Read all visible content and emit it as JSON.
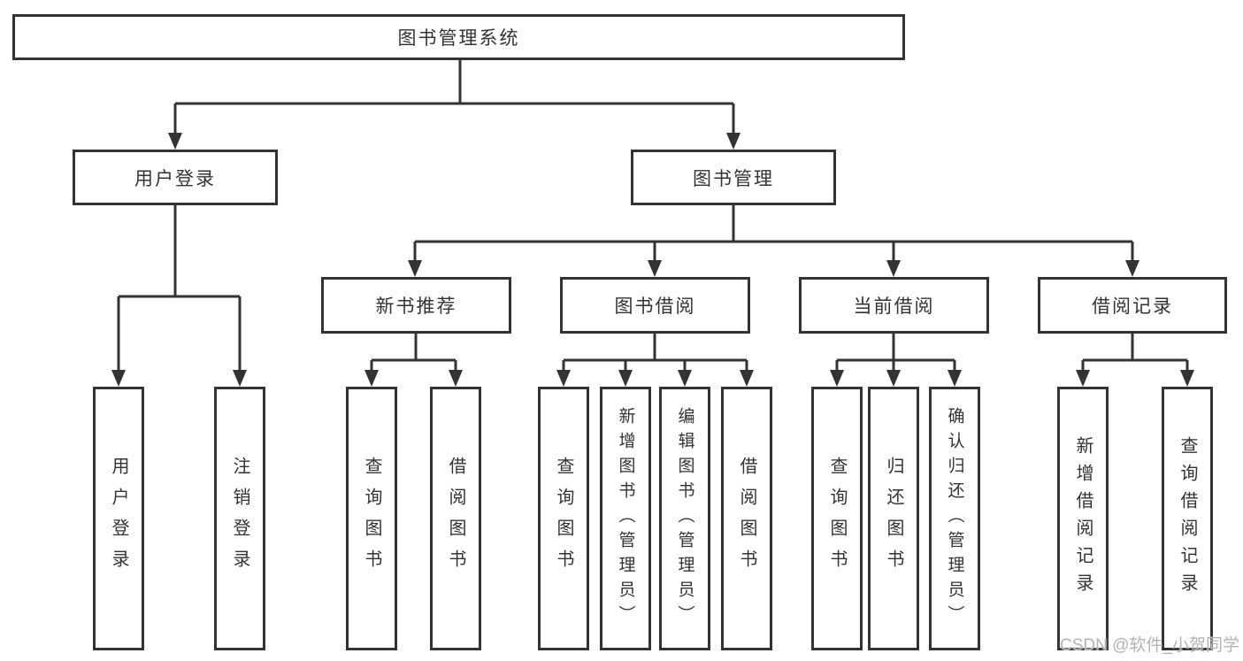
{
  "colors": {
    "background": "#ffffff",
    "line": "#333333",
    "text": "#333333",
    "watermark_text": "#b3b3b3"
  },
  "tree": {
    "root": {
      "label": "图书管理系统",
      "children": [
        {
          "label": "用户登录",
          "children": [
            {
              "label": "用户登录"
            },
            {
              "label": "注销登录"
            }
          ]
        },
        {
          "label": "图书管理",
          "children": [
            {
              "label": "新书推荐",
              "children": [
                {
                  "label": "查询图书"
                },
                {
                  "label": "借阅图书"
                }
              ]
            },
            {
              "label": "图书借阅",
              "children": [
                {
                  "label": "查询图书"
                },
                {
                  "label": "新增图书（管理员）"
                },
                {
                  "label": "编辑图书（管理员）"
                },
                {
                  "label": "借阅图书"
                }
              ]
            },
            {
              "label": "当前借阅",
              "children": [
                {
                  "label": "查询图书"
                },
                {
                  "label": "归还图书"
                },
                {
                  "label": "确认归还（管理员）"
                }
              ]
            },
            {
              "label": "借阅记录",
              "children": [
                {
                  "label": "新增借阅记录"
                },
                {
                  "label": "查询借阅记录"
                }
              ]
            }
          ]
        }
      ]
    }
  },
  "watermark": {
    "text": "CSDN @软件_小贺同学"
  }
}
